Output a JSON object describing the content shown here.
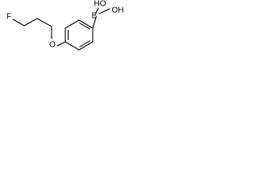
{
  "molecule": {
    "atoms": {
      "fluorine": "F",
      "oxygen": "O",
      "boron": "B",
      "hydroxyl_left": "HO",
      "hydroxyl_right": "OH"
    }
  },
  "colors": {
    "bond": "#000000",
    "background": "#ffffff"
  }
}
